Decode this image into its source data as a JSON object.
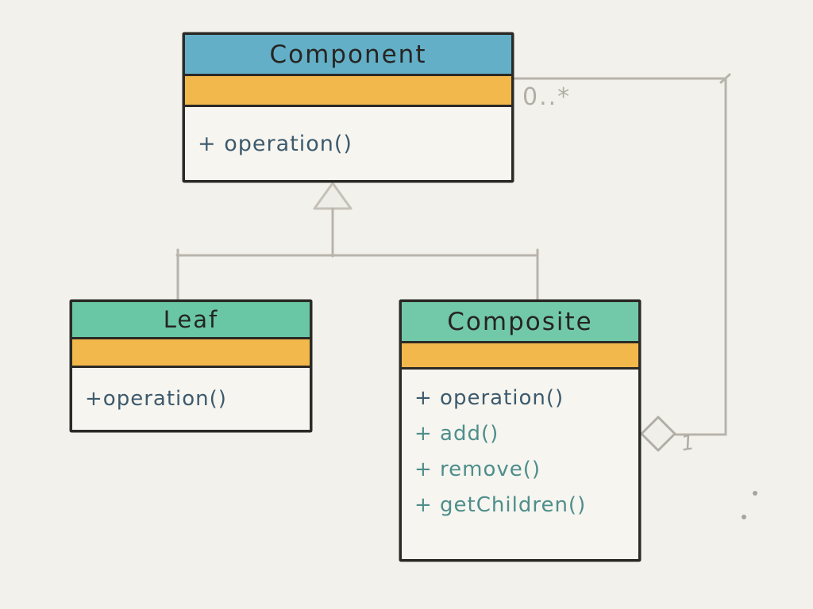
{
  "colors": {
    "background": "#f2f1ec",
    "box_fill": "#f6f5f0",
    "box_border": "#2b2a26",
    "component_header": "#63afc8",
    "leaf_header": "#69c7a5",
    "composite_header": "#72c9aa",
    "attribute_band": "#f2b84b",
    "method_text_dark": "#3d5a6c",
    "method_text_teal": "#4e8e8b",
    "connector_gray": "#b9b4ab",
    "label_gray": "#b2ada4"
  },
  "classes": [
    {
      "name": "Component",
      "attributes": [],
      "methods": [
        "+ operation()"
      ]
    },
    {
      "name": "Leaf",
      "attributes": [],
      "methods": [
        "+operation()"
      ]
    },
    {
      "name": "Composite",
      "attributes": [],
      "methods": [
        "+ operation()",
        "+ add()",
        "+ remove()",
        "+ getChildren()"
      ]
    }
  ],
  "relationships": {
    "generalization": {
      "parent": "Component",
      "children": [
        "Leaf",
        "Composite"
      ]
    },
    "aggregation": {
      "owner": "Composite",
      "part": "Component",
      "component_multiplicity": "0..*",
      "composite_multiplicity": "1"
    }
  }
}
